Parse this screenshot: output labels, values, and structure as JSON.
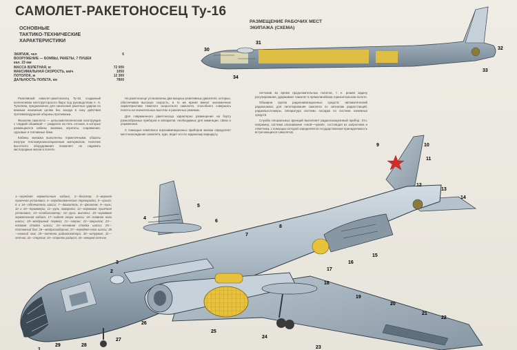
{
  "header": {
    "title": "САМОЛЕТ-РАКЕТОНОСЕЦ Ту-16",
    "subtitle_lines": [
      "ОСНОВНЫЕ",
      "ТАКТИКО-ТЕХНИЧЕСКИЕ",
      "ХАРАКТЕРИСТИКИ"
    ]
  },
  "specs": [
    {
      "label": "ЭКИПАЖ, чел",
      "value": "6"
    },
    {
      "label": "ВООРУЖЕНИЕ — БОМБЫ, РАКЕТЫ, 7 ПУШЕК",
      "value": ""
    },
    {
      "label": "кал. 23 мм",
      "value": ""
    },
    {
      "label": "МАССА ВЗЛЕТНАЯ, кг",
      "value": "72 000"
    },
    {
      "label": "МАКСИМАЛЬНАЯ СКОРОСТЬ, км/ч",
      "value": "1050"
    },
    {
      "label": "ПОТОЛОК, м",
      "value": "12 300"
    },
    {
      "label": "ДАЛЬНОСТЬ ПОЛЕТА, км",
      "value": "7800"
    }
  ],
  "scheme": {
    "title_lines": [
      "РАЗМЕЩЕНИЕ РАБОЧИХ МЕСТ",
      "ЭКИПАЖА (СХЕМА)"
    ],
    "labels": [
      "30",
      "31",
      "32",
      "33",
      "34"
    ]
  },
  "columns": {
    "col1": [
      "Реактивный самолет-ракетоносец Ту-16, созданный коллективом конструкторского бюро под руководством А. Н. Туполева, предназначен для нанесения ракетных ударов по важным наземным целям без захода в зону действия противовоздушной обороны противника.",
      "Фюзеляж самолета — цельнометаллическая конструкция с гладкой обшивкой — разделен на пять отсеков, в которых размещаются кабины экипажа, агрегаты, снаряжение, грузовые и топливные баки.",
      "Кабины экипажа выполнены герметичными, обшиты изнутри теплозвукоизоляционным материалом. Наличие высотного оборудования позволяет не надевать кислородные маски в полете."
    ],
    "col2": [
      "На ракетоносце установлены два мощных реактивных двигателя, которые, обеспечивая высокую скорость, в то же время имеют экономичные характеристики тяжелого скоростного самолета, способного совершать полеты на значительных высотах и различных режимах.",
      "Для современного ракетоносца характерно размещение на борту разнообразных приборов и аппаратов, необходимых для навигации, связи и управления.",
      "С помощью комплекса аэронавигационных приборов экипаж определяет местонахождение самолета, курс, ведет его по заданному маршруту."
    ],
    "col3": [
      "летчиков во время продолжительных полетов, т. е. решая задачу регулирования, удерживает самолет в прямолинейном горизонтальном полете.",
      "Обширна группа радионавигационных средств: автоматический радиокомпас для пилотирования самолета по сигналам радиостанций, радиовысотомеры, аппаратура системы посадки по системе наземных средств.",
      "Служба специальных функций выполняет радиолокационный прибор. Это, например, система опознавания «свой—чужой», состоящая из запросчика и ответчика, с помощью которой определяется государственная принадлежность встречающихся самолетов."
    ]
  },
  "legend": {
    "text": "1—передняя герметичная кабина; 2—блистер; 3—верхняя пушечная установка; 4—аэродинамические перегородки; 5—крыло; 6 и 16—обтекатели шасси; 7—двигатель; 8—фюзеляж; 9—киль; 10 и 20—триммеры; 11—руль поворота; 12—кормовая пушечная установка; 13—стабилизатор; 14—руль высоты; 15—кормовая герметичная кабина; 17—задняя опора шасси; 18—главная нога шасси; 19—воздушный тормоз; 21—элерон; 22—закрылок; 23—носовая стойка шасси; 24—основная стойка шасси; 25—топливный бак; 26—воздухозаборник; 27—передняя нога шасси; 28—нижний люк; 29—антенна радиолокатора; 30—штурман; 31—летчик; 32—стрелок; 33—стрелок-радист; 34—второй летчик"
  },
  "diagram": {
    "labels": [
      "1",
      "2",
      "3",
      "4",
      "5",
      "6",
      "7",
      "8",
      "9",
      "10",
      "11",
      "12",
      "13",
      "14",
      "15",
      "16",
      "17",
      "18",
      "19",
      "20",
      "21",
      "22",
      "23",
      "24",
      "25",
      "26",
      "27",
      "28",
      "29"
    ],
    "colors": {
      "fuselage": "#a9b8c4",
      "shadow": "#7f8f9c",
      "highlight": "#d6dfe6",
      "yellow": "#e8c23a",
      "star": "#d42a2a",
      "line": "#2f3a44"
    }
  }
}
